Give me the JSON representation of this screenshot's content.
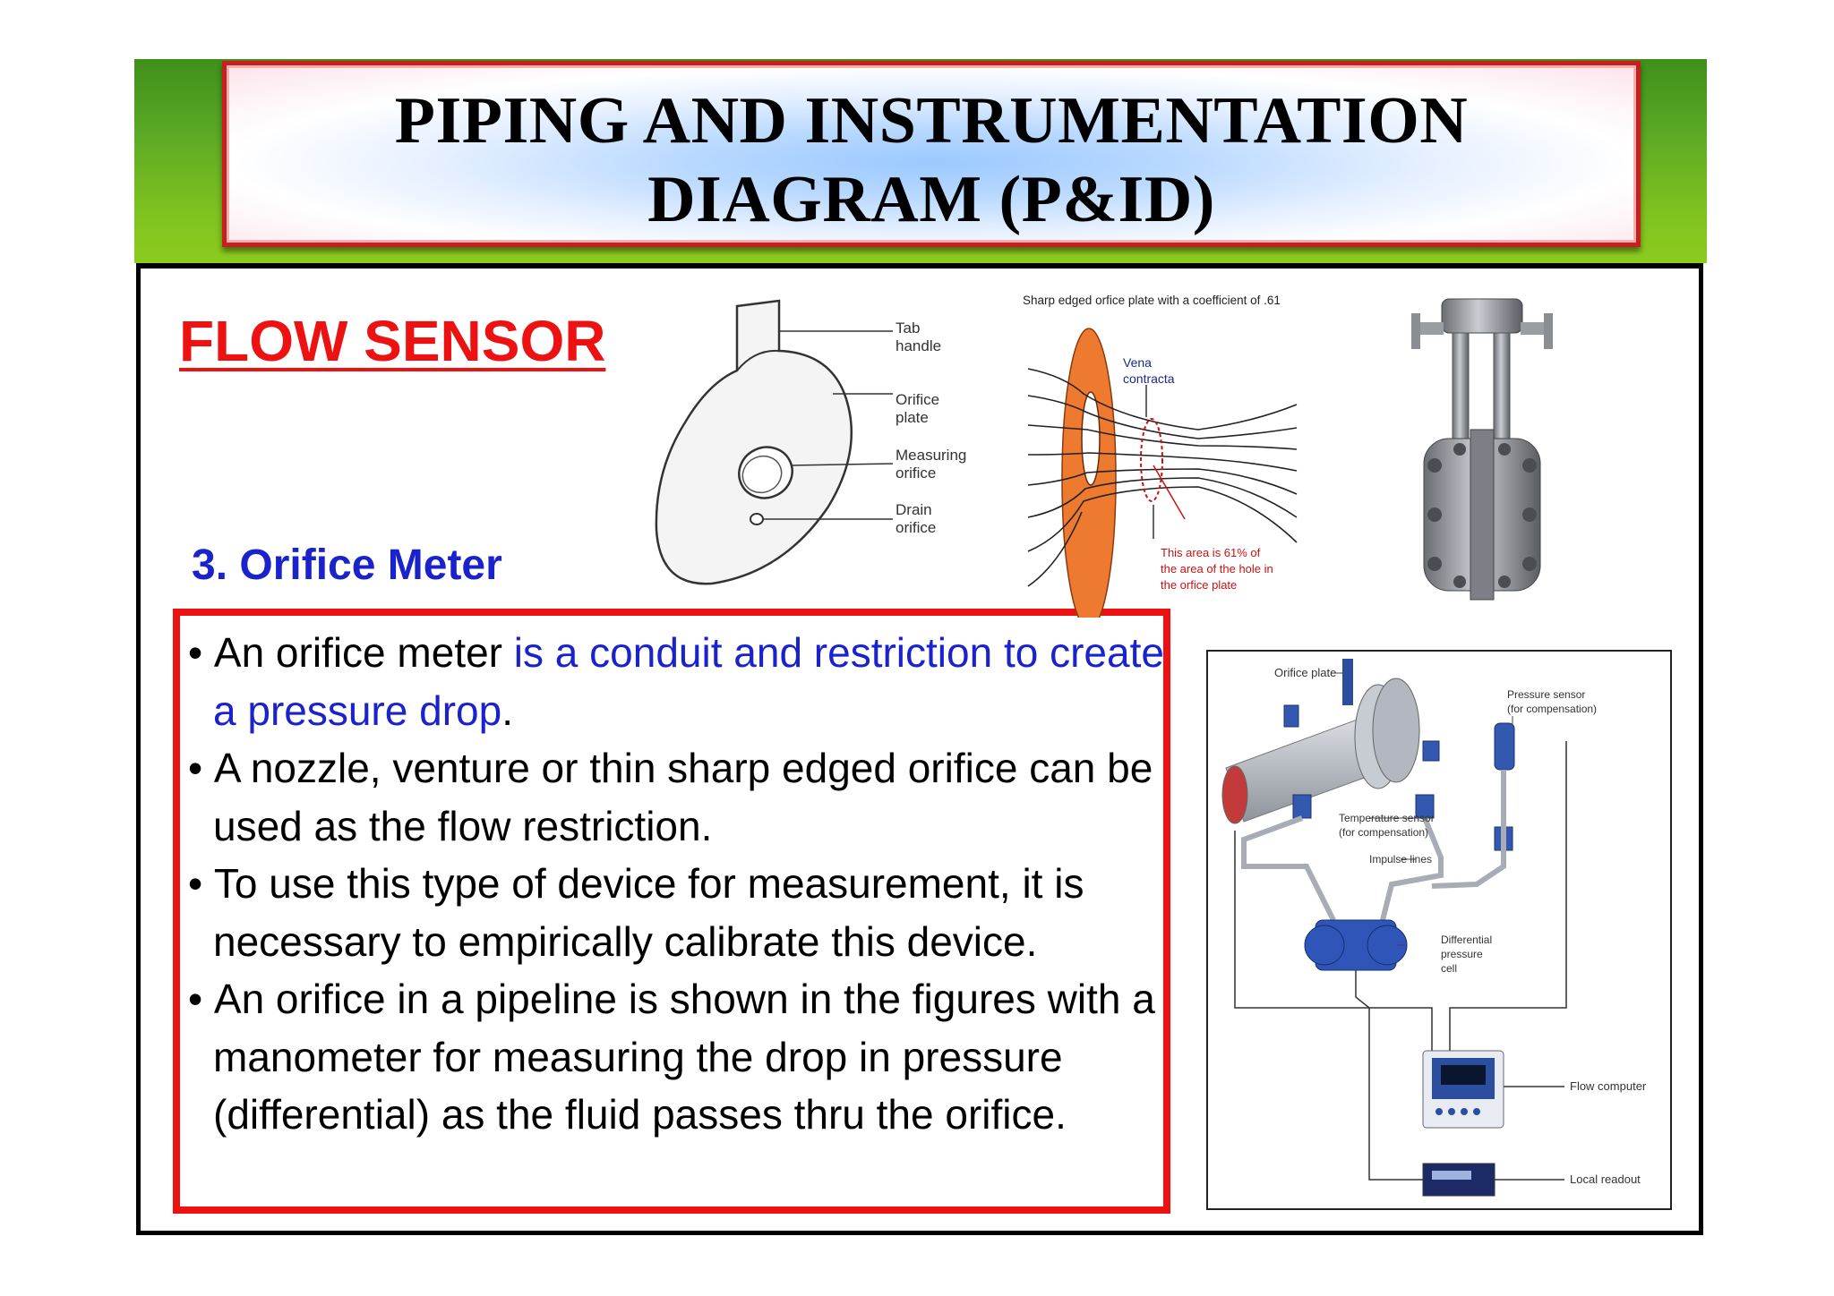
{
  "slide": {
    "title_line1": "PIPING AND INSTRUMENTATION",
    "title_line2": "DIAGRAM (P&ID)",
    "section_heading": "FLOW SENSOR",
    "subheading": "3. Orifice Meter"
  },
  "bullets": {
    "b1_pre": "An orifice meter ",
    "b1_highlight": "is a conduit and restriction to create a pressure drop",
    "b1_post": ".",
    "b2": "A nozzle, venture or thin sharp edged orifice can be used as the flow restriction.",
    "b3": "To use this type of device for measurement, it is necessary to empirically calibrate this device.",
    "b4": "An orifice in a pipeline is shown in the figures with a manometer for measuring the drop in pressure (differential) as the fluid passes thru the orifice."
  },
  "fig_plate": {
    "tab_1": "Tab",
    "tab_2": "handle",
    "plate_1": "Orifice",
    "plate_2": "plate",
    "meas_1": "Measuring",
    "meas_2": "orifice",
    "drain_1": "Drain",
    "drain_2": "orifice"
  },
  "fig_flow": {
    "caption": "Sharp edged orfice plate  with a coefficient of .61",
    "vena_1": "Vena",
    "vena_2": "contracta",
    "note_1": "This area is 61% of",
    "note_2": "the area of the hole in",
    "note_3": "the orfice plate"
  },
  "fig_system": {
    "orifice_plate": "Orifice plate",
    "pressure_1": "Pressure sensor",
    "pressure_2": "(for compensation)",
    "temp_1": "Temperature sensor",
    "temp_2": "(for compensation)",
    "impulse": "Impulse lines",
    "diff_1": "Differential",
    "diff_2": "pressure",
    "diff_3": "cell",
    "flow_computer": "Flow computer",
    "local_readout": "Local readout"
  },
  "colors": {
    "title_border": "#c81e1e",
    "heading_red": "#ee1111",
    "heading_blue": "#1a22cc",
    "band_green": "#7fc21f",
    "plate_orange": "#ee7a30"
  }
}
